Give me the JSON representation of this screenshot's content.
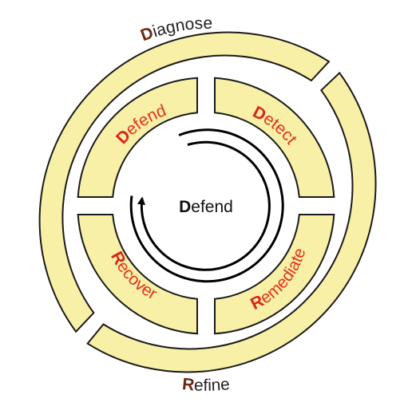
{
  "diagram": {
    "outer_ring": [
      {
        "initial": "D",
        "rest": "iagnose"
      },
      {
        "initial": "R",
        "rest": "efine"
      }
    ],
    "quadrants": [
      {
        "initial": "D",
        "rest": "efend"
      },
      {
        "initial": "D",
        "rest": "etect"
      },
      {
        "initial": "R",
        "rest": "emediate"
      },
      {
        "initial": "R",
        "rest": "ecover"
      }
    ],
    "center": {
      "initial": "D",
      "rest": "efend"
    }
  },
  "colors": {
    "fill": "#f7f0a6",
    "outline": "#1a1a1a",
    "accent_red": "#e4321e",
    "initial_dark": "#6b2a12"
  }
}
